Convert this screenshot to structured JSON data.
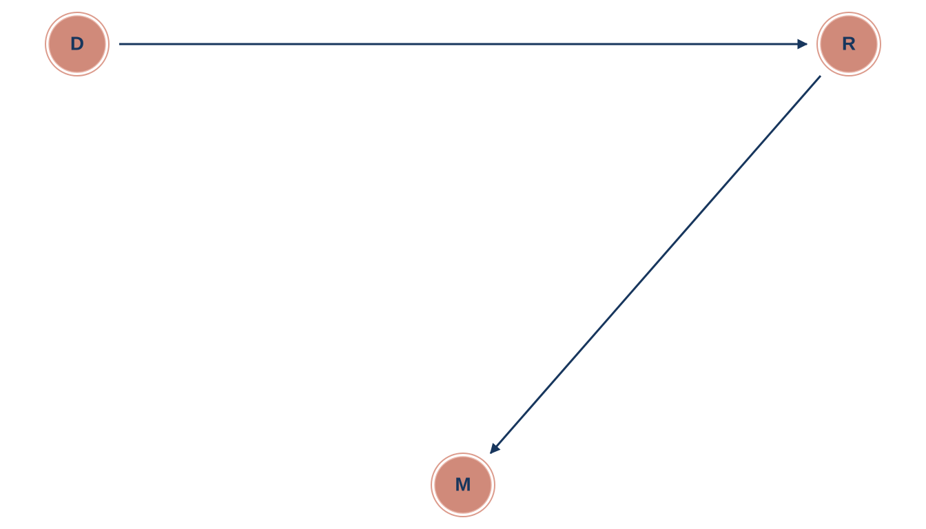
{
  "colors": {
    "background": "#ffffff",
    "node_fill": "#d08a7a",
    "node_ring": "#dc9b8c",
    "label": "#17365d",
    "edge": "#17365d"
  },
  "nodes": [
    {
      "id": "D",
      "label": "D"
    },
    {
      "id": "R",
      "label": "R"
    },
    {
      "id": "M",
      "label": "M"
    }
  ],
  "edges": [
    {
      "from": "D",
      "to": "R"
    },
    {
      "from": "R",
      "to": "M"
    }
  ]
}
